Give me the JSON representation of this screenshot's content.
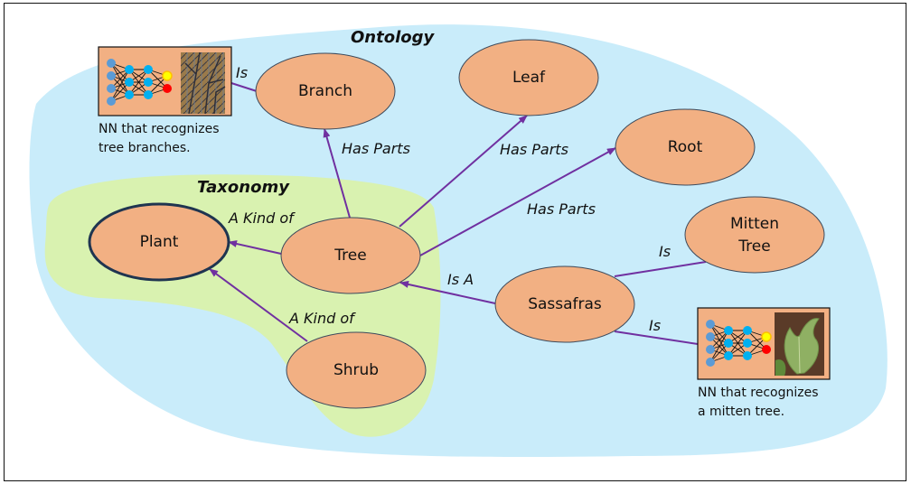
{
  "regions": {
    "ontology": {
      "title": "Ontology",
      "color": "#c9ecfa"
    },
    "taxonomy": {
      "title": "Taxonomy",
      "color": "#d9f2b0"
    }
  },
  "colors": {
    "node_fill": "#f2b083",
    "node_stroke": "#3c4a5c",
    "edge": "#7030a0"
  },
  "nodes": [
    {
      "id": "branch",
      "label": "Branch"
    },
    {
      "id": "leaf",
      "label": "Leaf"
    },
    {
      "id": "root",
      "label": "Root"
    },
    {
      "id": "plant",
      "label": "Plant"
    },
    {
      "id": "tree",
      "label": "Tree"
    },
    {
      "id": "shrub",
      "label": "Shrub"
    },
    {
      "id": "sassafras",
      "label": "Sassafras"
    },
    {
      "id": "mitten",
      "label_line1": "Mitten",
      "label_line2": "Tree"
    }
  ],
  "edges": [
    {
      "from": "tree",
      "to": "branch",
      "label": "Has Parts",
      "arrow": true
    },
    {
      "from": "tree",
      "to": "leaf",
      "label": "Has Parts",
      "arrow": true
    },
    {
      "from": "tree",
      "to": "root",
      "label": "Has Parts",
      "arrow": true
    },
    {
      "from": "tree",
      "to": "plant",
      "label": "A Kind of",
      "arrow": true
    },
    {
      "from": "shrub",
      "to": "plant",
      "label": "A Kind of",
      "arrow": true
    },
    {
      "from": "sassafras",
      "to": "tree",
      "label": "Is A",
      "arrow": true
    },
    {
      "from": "sassafras",
      "to": "mitten",
      "label": "Is",
      "arrow": false
    },
    {
      "from": "sassafras",
      "to": "nn-mitten",
      "label": "Is",
      "arrow": false
    },
    {
      "from": "nn-branch",
      "to": "branch",
      "label": "Is",
      "arrow": false
    }
  ],
  "nn_boxes": [
    {
      "id": "nn-branch",
      "caption_line1": "NN that recognizes",
      "caption_line2": "tree branches.",
      "image": "tree-branches-photo"
    },
    {
      "id": "nn-mitten",
      "caption_line1": "NN that recognizes",
      "caption_line2": "a mitten tree.",
      "image": "sassafras-leaf-photo"
    }
  ]
}
